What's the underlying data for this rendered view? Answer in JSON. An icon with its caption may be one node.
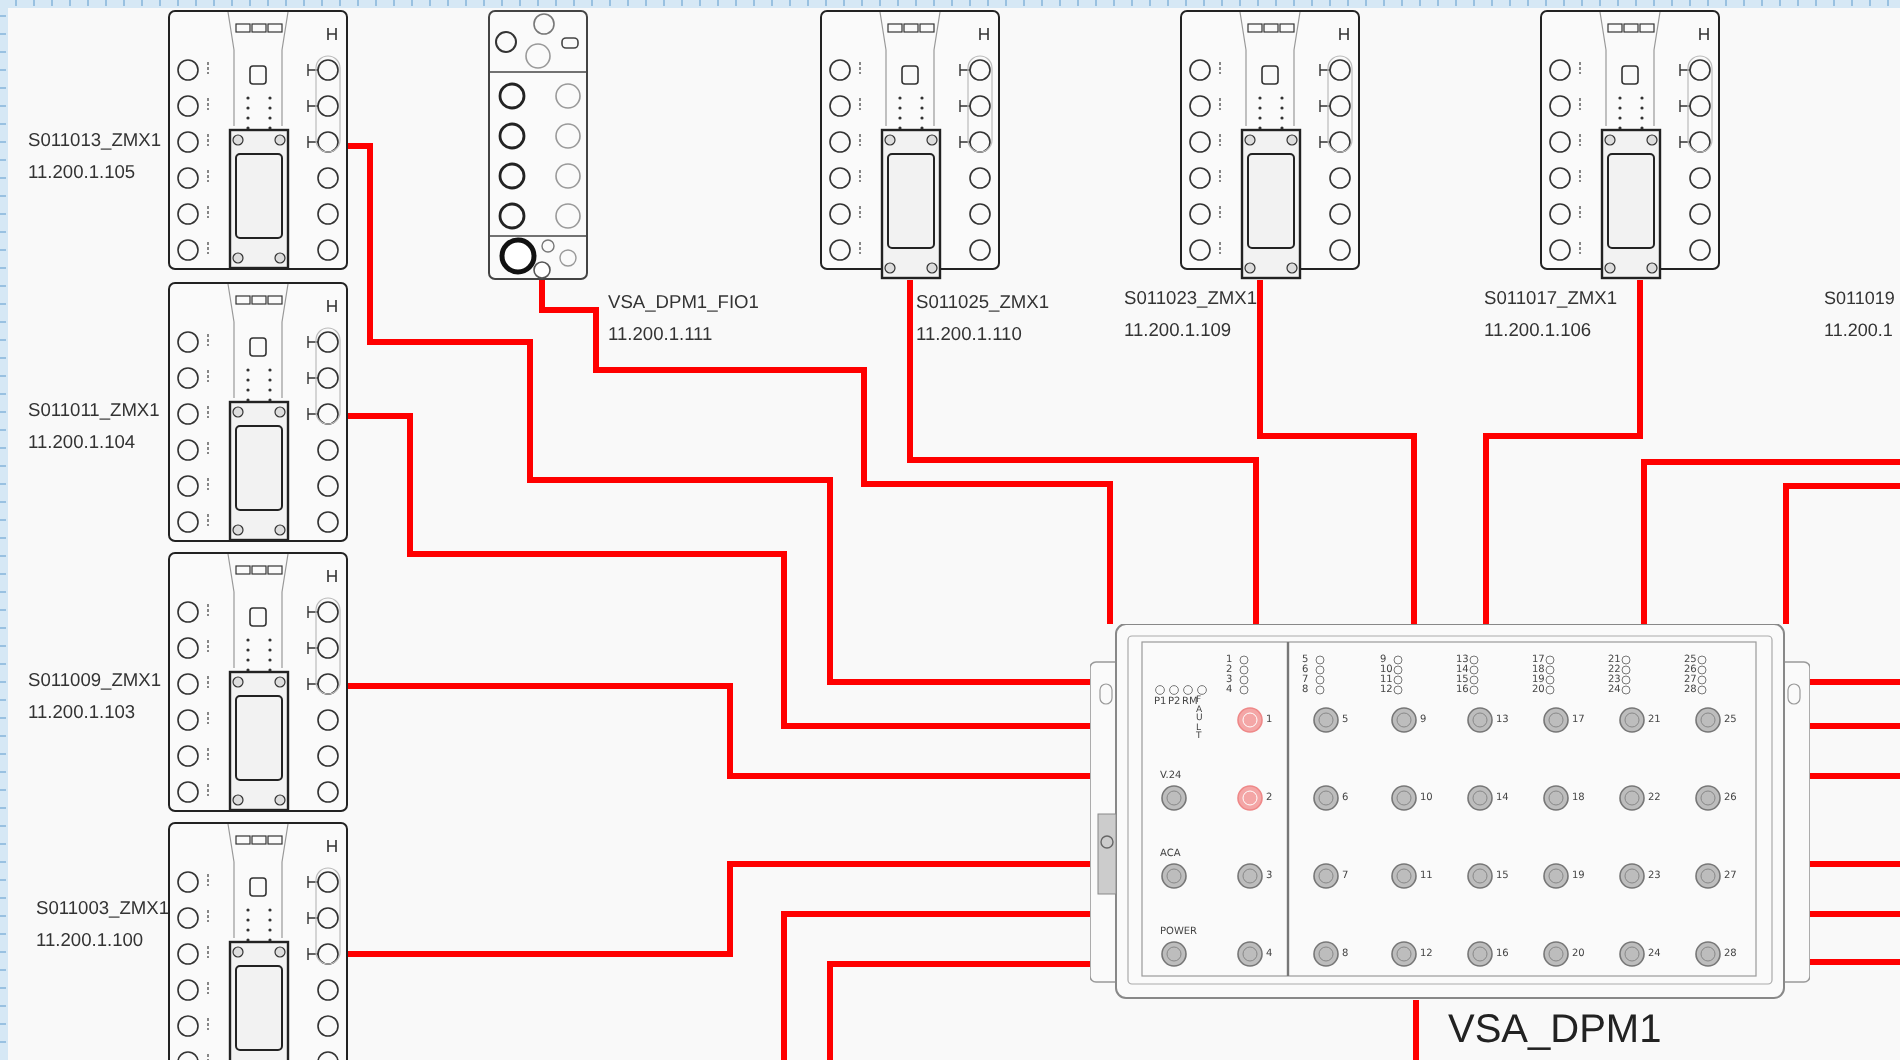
{
  "diagram": {
    "nodes": [
      {
        "text": [],
        "shape": "picture",
        "beside": [
          "S011013_ZMX1",
          "11.200.1.105"
        ]
      },
      {
        "text": [],
        "shape": "picture",
        "beside": [
          "S011011_ZMX1",
          "11.200.1.104"
        ]
      },
      {
        "text": [],
        "shape": "picture",
        "beside": [
          "S011009_ZMX1",
          "11.200.1.103"
        ]
      },
      {
        "text": [],
        "shape": "picture",
        "beside": [
          "S011003_ZMX1",
          "11.200.1.100"
        ]
      },
      {
        "text": [],
        "shape": "picture",
        "beside": [
          "VSA_DPM1_FIO1",
          "11.200.1.111"
        ]
      },
      {
        "text": [],
        "shape": "picture",
        "beside": [
          "S011025_ZMX1",
          "11.200.1.110"
        ]
      },
      {
        "text": [],
        "shape": "picture",
        "beside": [
          "S011023_ZMX1",
          "11.200.1.109"
        ]
      },
      {
        "text": [],
        "shape": "picture",
        "beside": [
          "S011017_ZMX1",
          "11.200.1.106"
        ]
      },
      {
        "text": [],
        "shape": "picture",
        "beside": [
          "VSA_DPM1"
        ]
      }
    ],
    "edges": [
      {
        "from": 0,
        "to": 8,
        "arrow": "none",
        "color": "#ff0000"
      },
      {
        "from": 1,
        "to": 8,
        "arrow": "none",
        "color": "#ff0000"
      },
      {
        "from": 2,
        "to": 8,
        "arrow": "none",
        "color": "#ff0000"
      },
      {
        "from": 3,
        "to": 8,
        "arrow": "none",
        "color": "#ff0000"
      },
      {
        "from": 4,
        "to": 8,
        "arrow": "none",
        "color": "#ff0000"
      },
      {
        "from": 5,
        "to": 8,
        "arrow": "none",
        "color": "#ff0000"
      },
      {
        "from": 6,
        "to": 8,
        "arrow": "none",
        "color": "#ff0000"
      },
      {
        "from": 7,
        "to": 8,
        "arrow": "none",
        "color": "#ff0000"
      },
      {
        "from": null,
        "to": 8,
        "arrow": "none",
        "color": "#ff0000"
      },
      {
        "from": null,
        "to": 8,
        "arrow": "none",
        "color": "#ff0000"
      },
      {
        "from": null,
        "to": 8,
        "arrow": "none",
        "color": "#ff0000"
      },
      {
        "from": null,
        "to": 8,
        "arrow": "none",
        "color": "#ff0000"
      },
      {
        "from": null,
        "to": 8,
        "arrow": "none",
        "color": "#ff0000"
      },
      {
        "from": null,
        "to": 8,
        "arrow": "none",
        "color": "#ff0000"
      },
      {
        "from": null,
        "to": 8,
        "arrow": "none",
        "color": "#ff0000"
      },
      {
        "from": null,
        "to": 8,
        "arrow": "none",
        "color": "#ff0000"
      },
      {
        "from": null,
        "to": 8,
        "arrow": "none",
        "color": "#ff0000"
      },
      {
        "from": null,
        "to": 8,
        "arrow": "none",
        "color": "#ff0000"
      },
      {
        "from": 8,
        "to": null,
        "arrow": "none",
        "color": "#ff0000"
      }
    ],
    "labels": [
      "1",
      "2",
      "3",
      "4",
      "5",
      "6",
      "7",
      "8",
      "9",
      "10",
      "11",
      "12",
      "13",
      "14",
      "15",
      "16",
      "17",
      "18",
      "19",
      "20",
      "21",
      "22",
      "23",
      "24",
      "25",
      "26",
      "27",
      "28",
      "P1",
      "P2",
      "RM",
      "FAULT",
      "V.24",
      "ACA",
      "POWER",
      "1",
      "2",
      "3",
      "4",
      "5",
      "6",
      "7",
      "8",
      "9",
      "10",
      "11",
      "12",
      "13",
      "14",
      "15",
      "16",
      "17",
      "18",
      "19",
      "20",
      "21",
      "22",
      "23",
      "24",
      "25",
      "26",
      "27",
      "28",
      "S011019",
      "11.200.1"
    ]
  }
}
